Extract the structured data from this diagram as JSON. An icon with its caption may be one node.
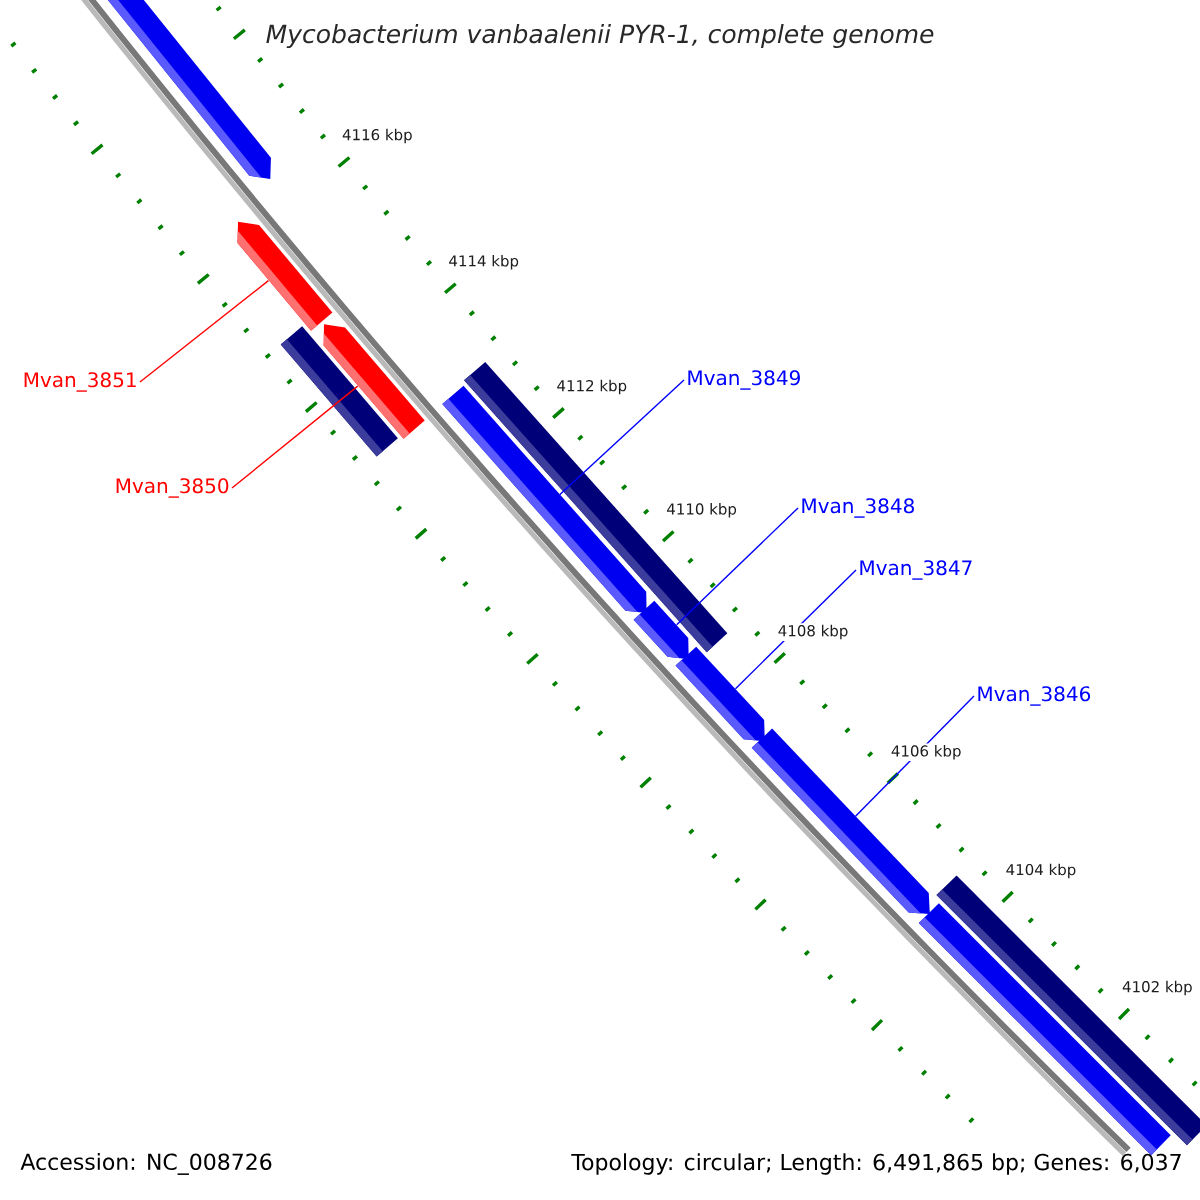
{
  "diagram": {
    "title": "Mycobacterium vanbaalenii PYR-1, complete genome",
    "nodes": [
      {
        "text": [],
        "shape": "bar"
      },
      {
        "text": [],
        "shape": "bar"
      },
      {
        "text": [],
        "shape": "bar"
      },
      {
        "text": [],
        "shape": "bar"
      },
      {
        "text": [],
        "shape": "bar"
      },
      {
        "text": [],
        "shape": "bar"
      },
      {
        "text": [],
        "shape": "bar"
      },
      {
        "text": [],
        "shape": "bar"
      },
      {
        "text": [],
        "shape": "bar"
      },
      {
        "text": [],
        "shape": "bar"
      },
      {
        "text": [],
        "shape": "bar"
      },
      {
        "text": [
          "Mvan_3851"
        ]
      },
      {
        "text": [
          "Mvan_3850"
        ]
      },
      {
        "text": [
          "Mvan_3849"
        ]
      },
      {
        "text": [
          "Mvan_3848"
        ]
      },
      {
        "text": [
          "Mvan_3847"
        ]
      },
      {
        "text": [
          "Mvan_3846"
        ]
      }
    ],
    "edges": [
      {
        "from": 11,
        "to": 1,
        "arrow": "none",
        "color": "#ff0000"
      },
      {
        "from": 12,
        "to": 2,
        "arrow": "none",
        "color": "#ff0000"
      },
      {
        "from": 13,
        "to": 5,
        "arrow": "none"
      },
      {
        "from": 14,
        "to": 6,
        "arrow": "none"
      },
      {
        "from": 15,
        "to": 7,
        "arrow": "none"
      },
      {
        "from": 16,
        "to": 8,
        "arrow": "none"
      }
    ],
    "labels": [
      "4116 kbp",
      "4114 kbp",
      "4112 kbp",
      "4110 kbp",
      "4108 kbp",
      "4106 kbp",
      "4104 kbp",
      "4102 kbp",
      "Accession: NC_008726",
      "Topology: circular; Length: 6,491,865 bp; Genes: 6,037"
    ]
  }
}
